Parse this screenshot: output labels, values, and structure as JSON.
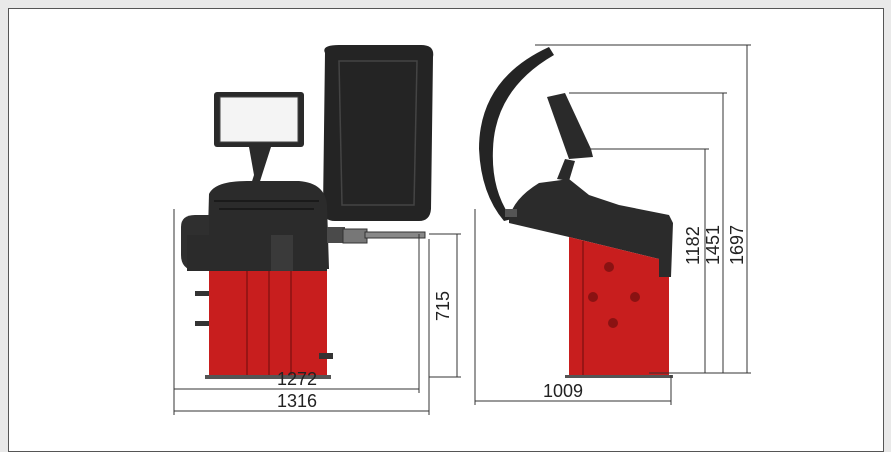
{
  "colors": {
    "machine_red": "#c81e1e",
    "machine_dark": "#262626",
    "frame_border": "#555555",
    "dim_line": "#333333"
  },
  "dimensions": {
    "front_width_1272": "1272",
    "front_width_1316": "1316",
    "shaft_height_715": "715",
    "side_depth_1009": "1009",
    "height_1182": "1182",
    "height_1451": "1451",
    "height_1697": "1697"
  }
}
